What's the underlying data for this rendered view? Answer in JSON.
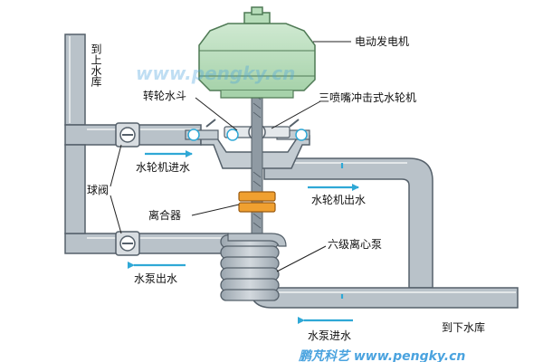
{
  "labels": {
    "to_upper_reservoir": "到上水库",
    "generator": "电动发电机",
    "runner_bucket": "转轮水斗",
    "turbine": "三喷嘴冲击式水轮机",
    "turbine_inlet": "水轮机进水",
    "ball_valve": "球阀",
    "turbine_outlet": "水轮机出水",
    "clutch": "离合器",
    "pump": "六级离心泵",
    "pump_outlet": "水泵出水",
    "to_lower_reservoir": "到下水库",
    "pump_inlet": "水泵进水"
  },
  "watermark": {
    "top": "www.pengky.cn",
    "bottom": "鹏芃科艺 www.pengky.cn"
  },
  "colors": {
    "pipe_fill": "#b9c2c9",
    "pipe_stroke": "#55606a",
    "generator_fill": "#b5dcb8",
    "generator_stroke": "#4f7a55",
    "arrow": "#2fa8d6",
    "clutch": "#f0a030",
    "valve_fill": "#d8dde1"
  }
}
